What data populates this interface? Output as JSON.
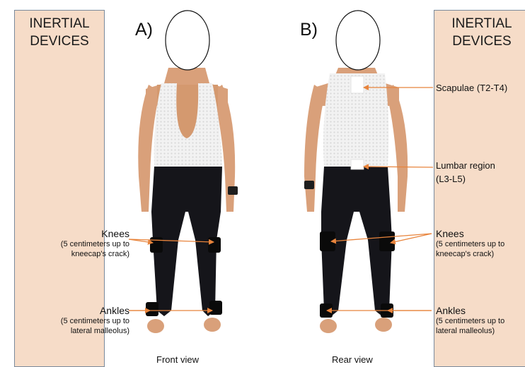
{
  "left_panel": {
    "title": "INERTIAL\nDEVICES"
  },
  "right_panel": {
    "title": "INERTIAL\nDEVICES"
  },
  "panels": {
    "a_label": "A)",
    "b_label": "B)"
  },
  "captions": {
    "front": "Front view",
    "rear": "Rear view"
  },
  "labels": {
    "scapulae": "Scapulae (T2-T4)",
    "lumbar_line1": "Lumbar region",
    "lumbar_line2": "(L3-L5)",
    "knees_left_main": "Knees",
    "knees_left_sub": "(5 centimeters up to\nkneecap's crack)",
    "ankles_left_main": "Ankles",
    "ankles_left_sub": "(5 centimeters up to\nlateral malleolus)",
    "knees_right_main": "Knees",
    "knees_right_sub": "(5 centimeters up to\nkneecap's crack)",
    "ankles_right_main": "Ankles",
    "ankles_right_sub": "(5 centimeters up to\nlateral malleolus)"
  },
  "colors": {
    "panel_fill": "#f6dcc8",
    "arrow": "#e8843c",
    "skin": "#d9a07a",
    "tights": "#15151a",
    "mesh_top": "#eeeeee"
  }
}
